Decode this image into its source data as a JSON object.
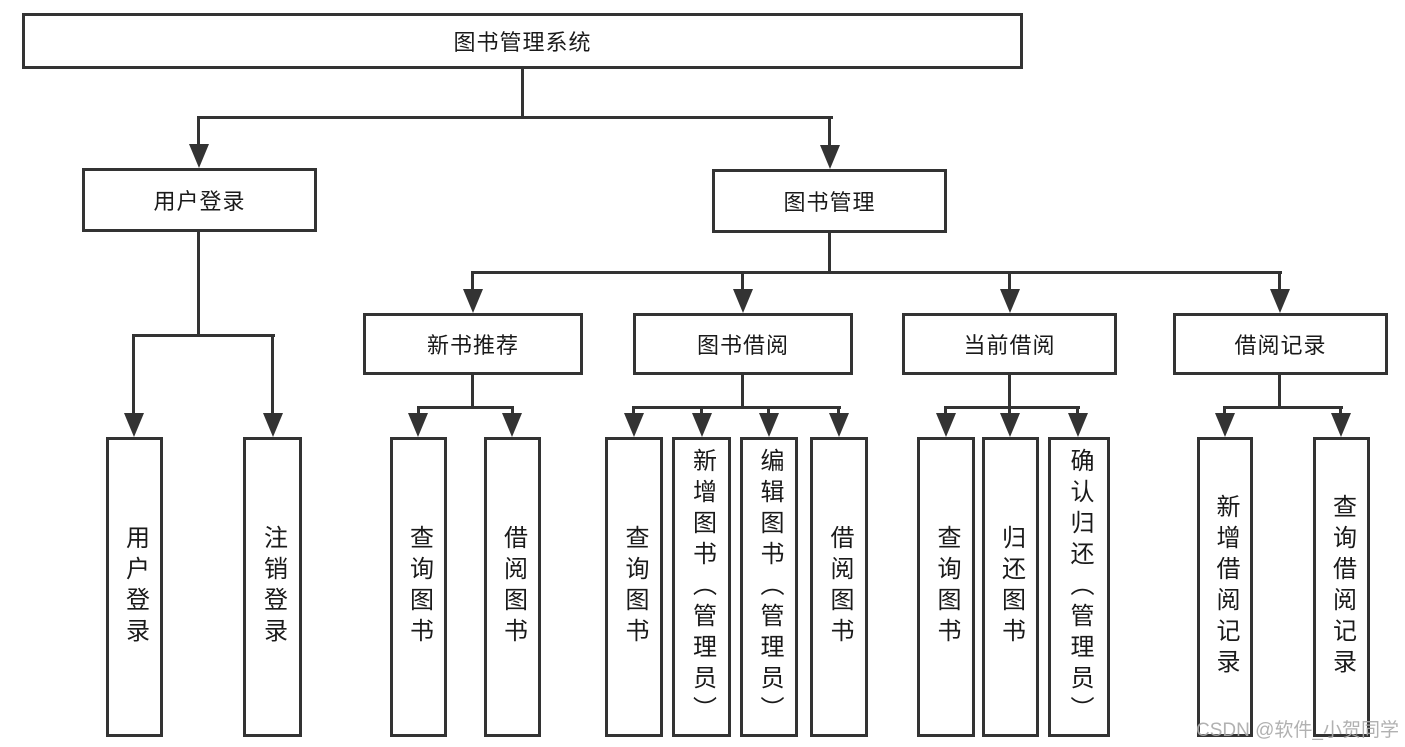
{
  "colors": {
    "line": "#333333",
    "text": "#1a1a1a",
    "bg": "#ffffff",
    "watermark": "#ababab"
  },
  "nodes": {
    "root": "图书管理系统",
    "user_login": "用户登录",
    "book_management": "图书管理",
    "new_book_recommend": "新书推荐",
    "book_borrowing": "图书借阅",
    "current_borrowing": "当前借阅",
    "borrowing_records": "借阅记录"
  },
  "leaves": {
    "user_login": [
      "用户登录",
      "注销登录"
    ],
    "new_book_recommend": [
      "查询图书",
      "借阅图书"
    ],
    "book_borrowing": [
      "查询图书",
      "新增图书（管理员）",
      "编辑图书（管理员）",
      "借阅图书"
    ],
    "current_borrowing": [
      "查询图书",
      "归还图书",
      "确认归还（管理员）"
    ],
    "borrowing_records": [
      "新增借阅记录",
      "查询借阅记录"
    ]
  },
  "watermark": "CSDN @软件_小贺同学"
}
